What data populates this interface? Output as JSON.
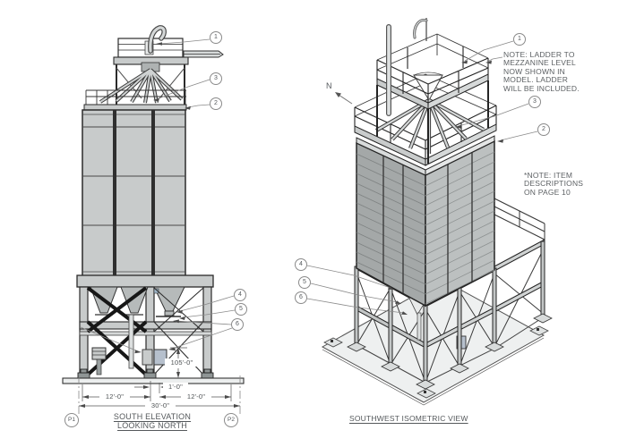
{
  "elevation": {
    "title_line1": "SOUTH ELEVATION",
    "title_line2": "LOOKING NORTH",
    "p1": "P1",
    "p2": "P2",
    "dim_1ft": "1'-0\"",
    "dim_12ft_left": "12'-0\"",
    "dim_12ft_right": "12'-0\"",
    "dim_30ft": "30'-0\"",
    "dim_105ft": "105'-0\"",
    "callout_1": "1",
    "callout_2": "2",
    "callout_3": "3",
    "callout_4": "4",
    "callout_5": "5",
    "callout_6": "6"
  },
  "isometric": {
    "title": "SOUTHWEST ISOMETRIC VIEW",
    "north_label": "N",
    "callout_1": "1",
    "callout_2": "2",
    "callout_3": "3",
    "callout_4": "4",
    "callout_5": "5",
    "callout_6": "6",
    "note_ladder_line1": "NOTE: LADDER TO",
    "note_ladder_line2": "MEZZANINE LEVEL",
    "note_ladder_line3": "NOW SHOWN IN",
    "note_ladder_line4": "MODEL. LADDER",
    "note_ladder_line5": "WILL BE INCLUDED.",
    "note_items_line1": "*NOTE: ITEM",
    "note_items_line2": "DESCRIPTIONS",
    "note_items_line3": "ON PAGE 10"
  },
  "colors": {
    "bin_gray": "#c8cbcb",
    "iso_left_face": "#a4a8a8",
    "iso_right_face": "#bcc0c0",
    "foundation": "#eef0f0",
    "accent_blue_box": "#b6c0cd",
    "line_dark": "#2b2b2b",
    "leader_gray": "#8a8a8a"
  }
}
